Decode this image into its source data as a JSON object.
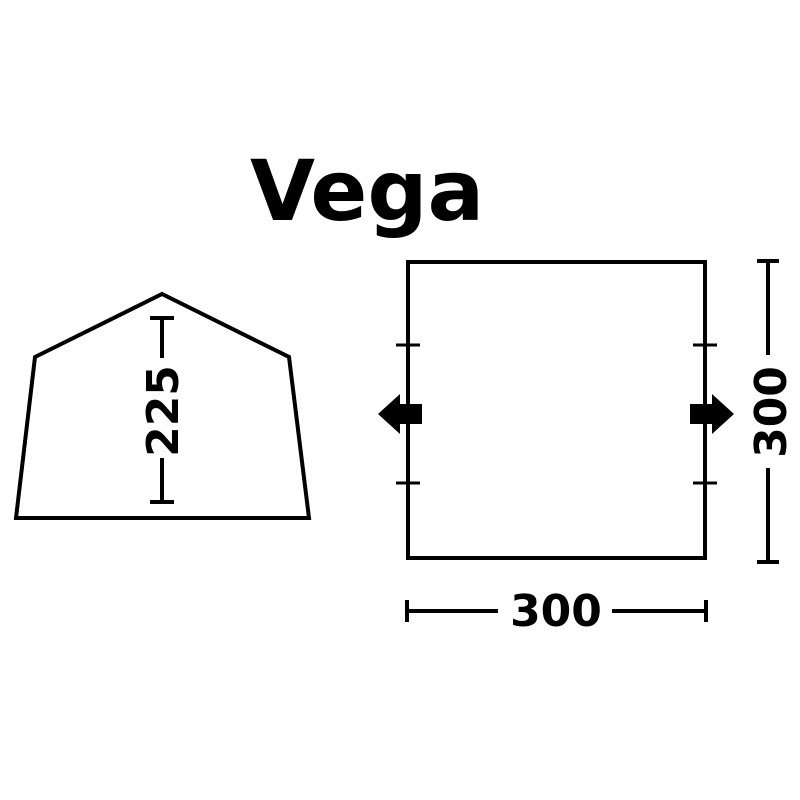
{
  "title": "Vega",
  "front_view": {
    "height_label": "225"
  },
  "floor_plan": {
    "width_label": "300",
    "depth_label": "300"
  },
  "colors": {
    "line": "#000000",
    "background": "#ffffff"
  },
  "icons": [
    "left-door-arrow-icon",
    "right-door-arrow-icon"
  ]
}
